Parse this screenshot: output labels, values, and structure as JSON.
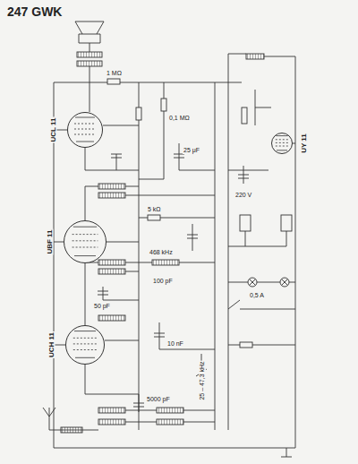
{
  "diagram": {
    "title": "247 GWK",
    "nodes": [
      {
        "text": [
          "UCL 11"
        ]
      },
      {
        "text": [
          "UBF 11"
        ]
      },
      {
        "text": [
          "UCH 11"
        ]
      },
      {
        "text": [
          "UY 11"
        ]
      }
    ],
    "labels": [
      "220 V",
      "1 MΩ",
      "0,1 MΩ",
      "5 kΩ",
      "50 pF",
      "100 pF",
      "10 nF",
      "5000 pF",
      "25 μF",
      "468 kHz",
      "25 – 47,3 kHz",
      "0,5 A"
    ]
  }
}
